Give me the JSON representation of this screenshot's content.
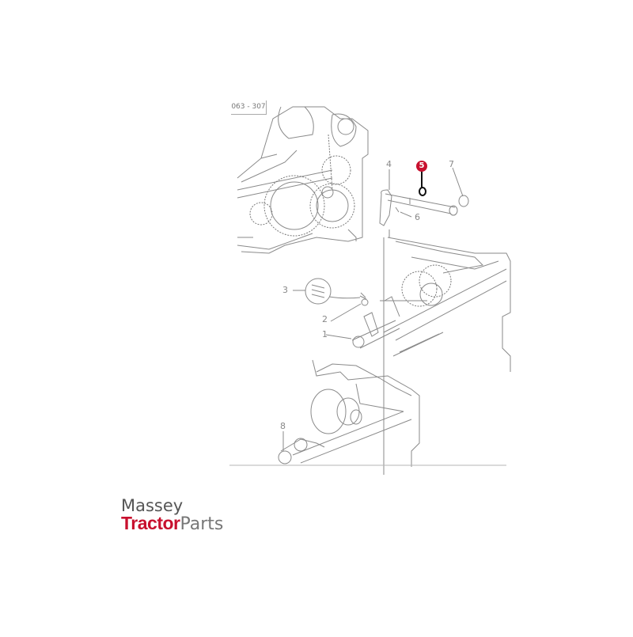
{
  "diagram": {
    "reference_code": "063 - 307",
    "callouts": [
      {
        "id": "1",
        "label": "1",
        "highlighted": false
      },
      {
        "id": "2",
        "label": "2",
        "highlighted": false
      },
      {
        "id": "3",
        "label": "3",
        "highlighted": false
      },
      {
        "id": "4",
        "label": "4",
        "highlighted": false
      },
      {
        "id": "5",
        "label": "5",
        "highlighted": true
      },
      {
        "id": "6",
        "label": "6",
        "highlighted": false
      },
      {
        "id": "7",
        "label": "7",
        "highlighted": false
      },
      {
        "id": "8",
        "label": "8",
        "highlighted": false
      }
    ],
    "highlight_color": "#c8102e",
    "line_color": "#8a8a8a"
  },
  "logo": {
    "line1": "Massey",
    "line2_bold": "Tractor",
    "line2_regular": "Parts",
    "bold_color": "#c8102e",
    "regular_color": "#777777"
  }
}
